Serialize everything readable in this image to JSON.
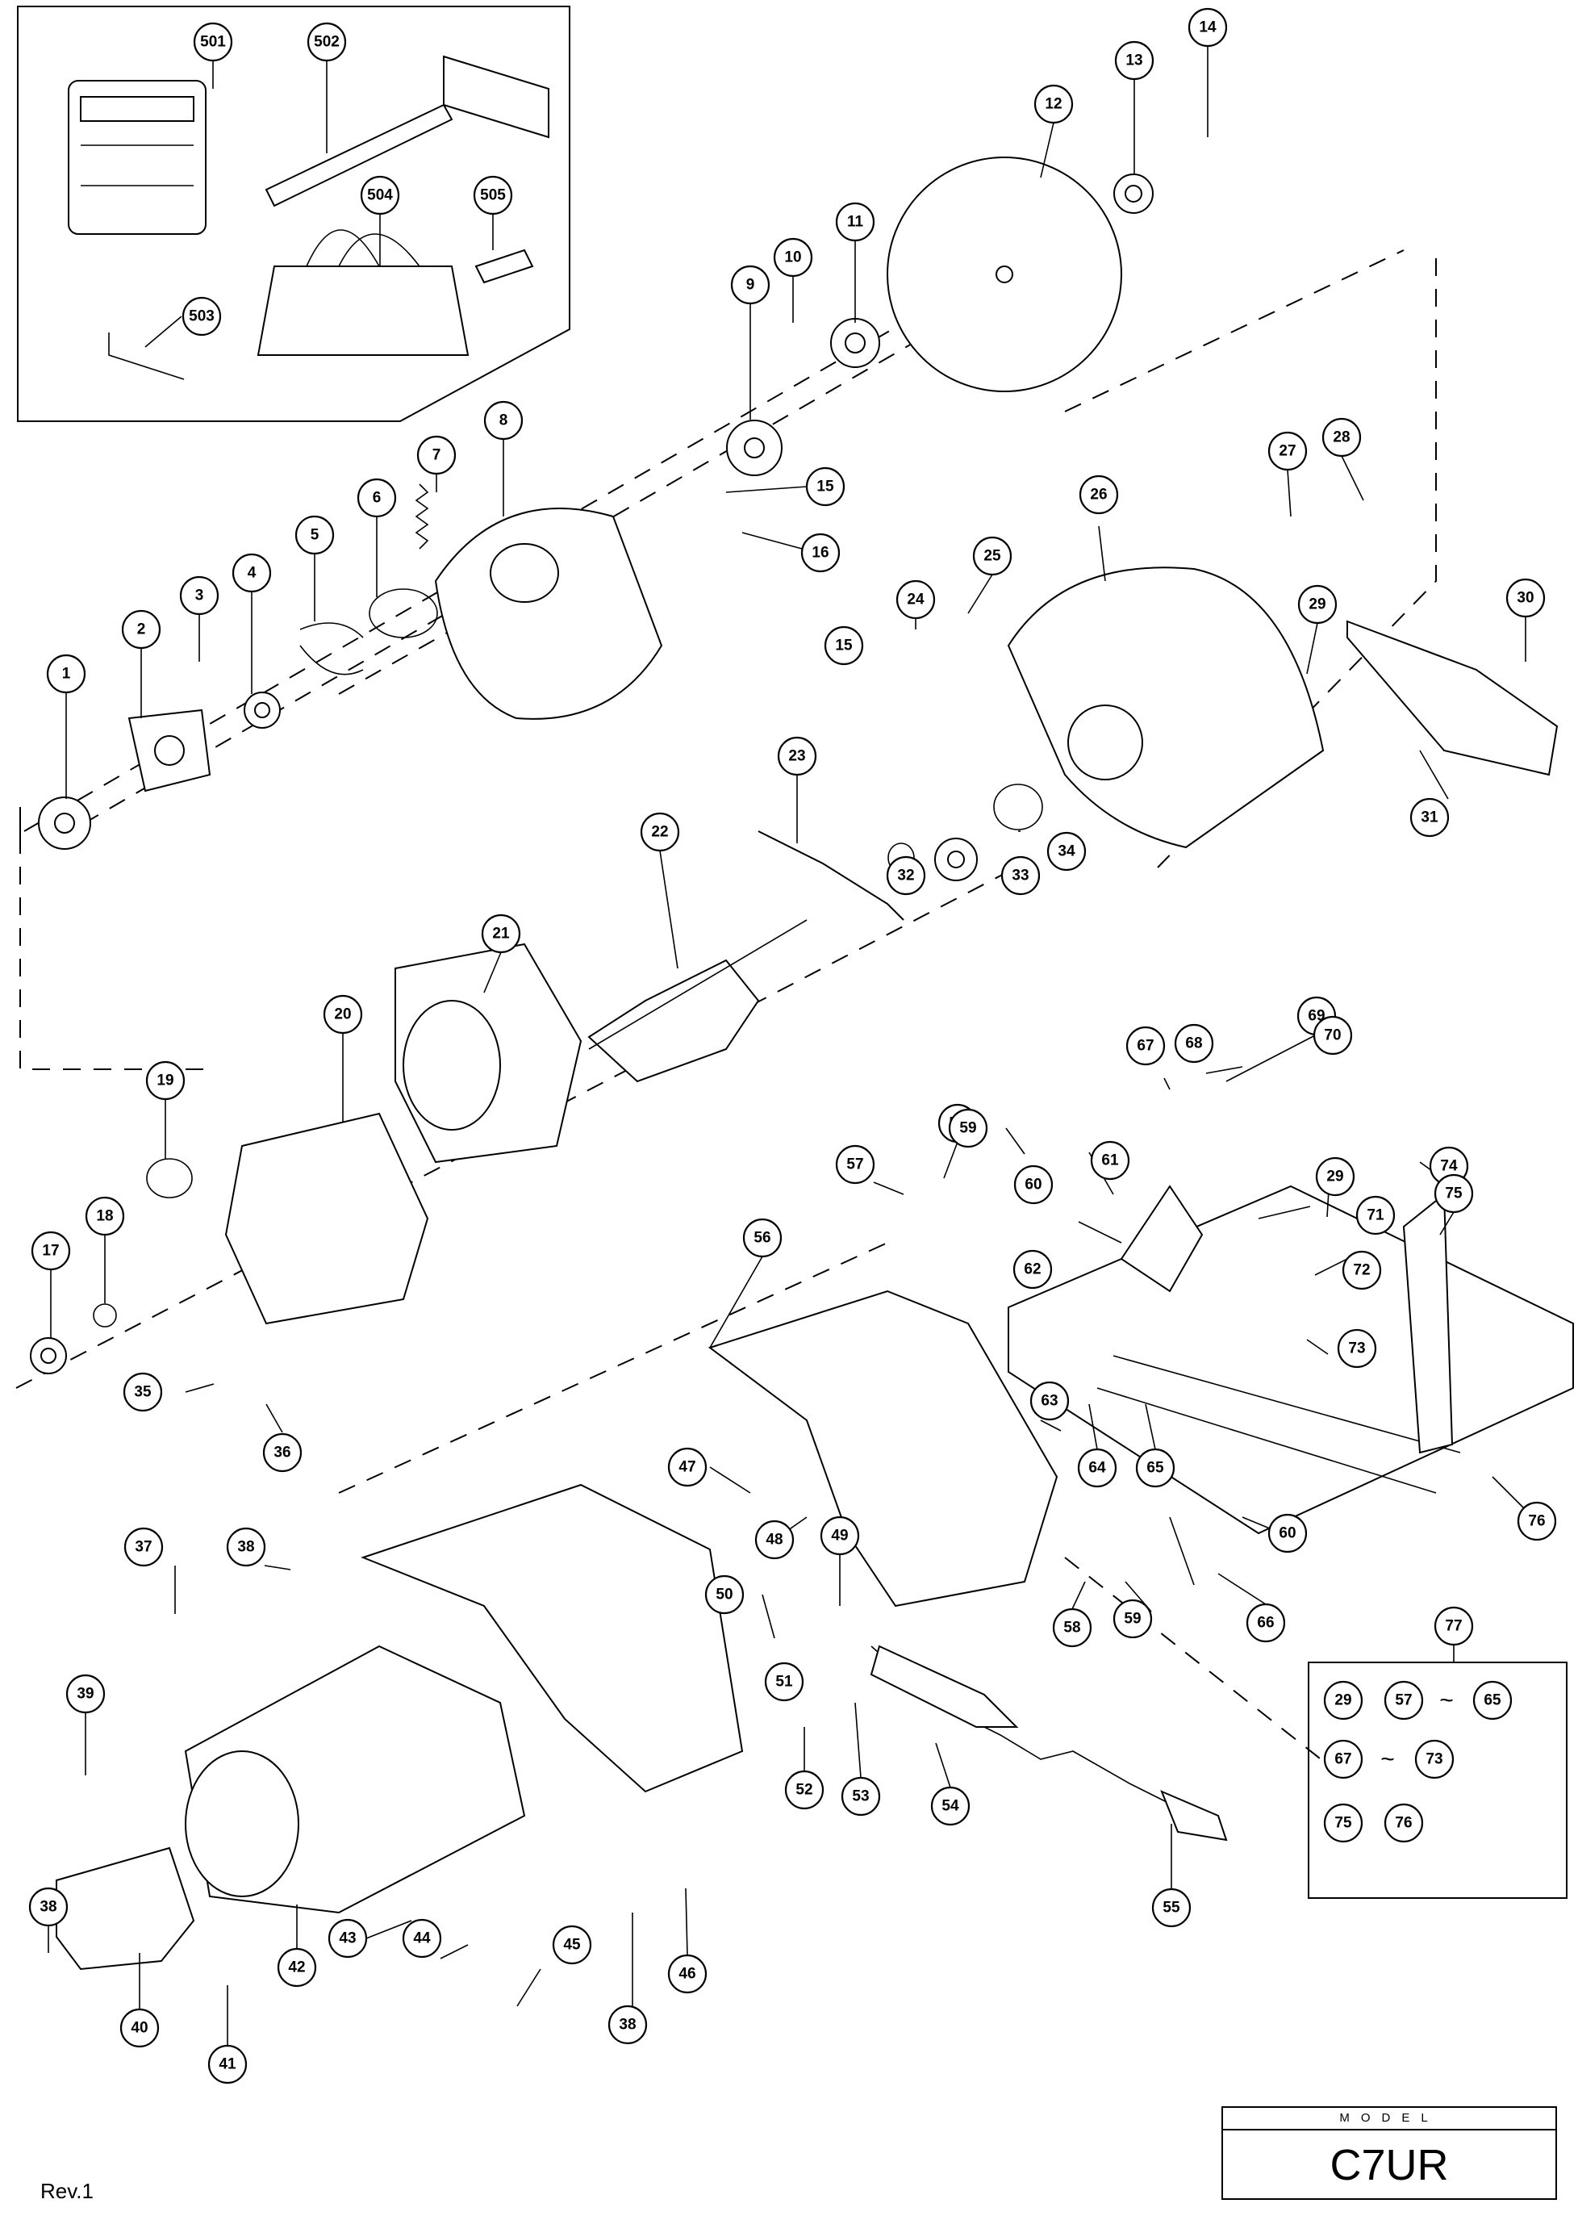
{
  "model_label": "MODEL",
  "model_name": "C7UR",
  "revision": "Rev.1",
  "kit_group": {
    "id": "77",
    "rows": [
      {
        "a": "29",
        "b": "57",
        "sep": "~",
        "c": "65"
      },
      {
        "a": "67",
        "sep": "~",
        "b": "73"
      },
      {
        "a": "75",
        "b": "76"
      }
    ]
  },
  "callouts": [
    {
      "id": "501"
    },
    {
      "id": "502"
    },
    {
      "id": "503"
    },
    {
      "id": "504"
    },
    {
      "id": "505"
    },
    {
      "id": "1"
    },
    {
      "id": "2"
    },
    {
      "id": "3"
    },
    {
      "id": "4"
    },
    {
      "id": "5"
    },
    {
      "id": "6"
    },
    {
      "id": "7"
    },
    {
      "id": "8"
    },
    {
      "id": "9"
    },
    {
      "id": "10"
    },
    {
      "id": "11"
    },
    {
      "id": "12"
    },
    {
      "id": "13"
    },
    {
      "id": "14"
    },
    {
      "id": "15"
    },
    {
      "id": "16"
    },
    {
      "id": "15"
    },
    {
      "id": "17"
    },
    {
      "id": "18"
    },
    {
      "id": "19"
    },
    {
      "id": "20"
    },
    {
      "id": "21"
    },
    {
      "id": "22"
    },
    {
      "id": "23"
    },
    {
      "id": "24"
    },
    {
      "id": "25"
    },
    {
      "id": "26"
    },
    {
      "id": "27"
    },
    {
      "id": "28"
    },
    {
      "id": "29"
    },
    {
      "id": "30"
    },
    {
      "id": "31"
    },
    {
      "id": "32"
    },
    {
      "id": "33"
    },
    {
      "id": "34"
    },
    {
      "id": "35"
    },
    {
      "id": "36"
    },
    {
      "id": "37"
    },
    {
      "id": "38"
    },
    {
      "id": "38"
    },
    {
      "id": "38"
    },
    {
      "id": "39"
    },
    {
      "id": "40"
    },
    {
      "id": "41"
    },
    {
      "id": "42"
    },
    {
      "id": "43"
    },
    {
      "id": "44"
    },
    {
      "id": "45"
    },
    {
      "id": "46"
    },
    {
      "id": "47"
    },
    {
      "id": "48"
    },
    {
      "id": "49"
    },
    {
      "id": "50"
    },
    {
      "id": "51"
    },
    {
      "id": "52"
    },
    {
      "id": "53"
    },
    {
      "id": "54"
    },
    {
      "id": "55"
    },
    {
      "id": "56"
    },
    {
      "id": "57"
    },
    {
      "id": "58"
    },
    {
      "id": "59"
    },
    {
      "id": "60"
    },
    {
      "id": "61"
    },
    {
      "id": "62"
    },
    {
      "id": "58"
    },
    {
      "id": "59"
    },
    {
      "id": "60"
    },
    {
      "id": "63"
    },
    {
      "id": "64"
    },
    {
      "id": "65"
    },
    {
      "id": "66"
    },
    {
      "id": "67"
    },
    {
      "id": "68"
    },
    {
      "id": "69"
    },
    {
      "id": "70"
    },
    {
      "id": "29"
    },
    {
      "id": "71"
    },
    {
      "id": "72"
    },
    {
      "id": "73"
    },
    {
      "id": "74"
    },
    {
      "id": "75"
    },
    {
      "id": "76"
    }
  ]
}
